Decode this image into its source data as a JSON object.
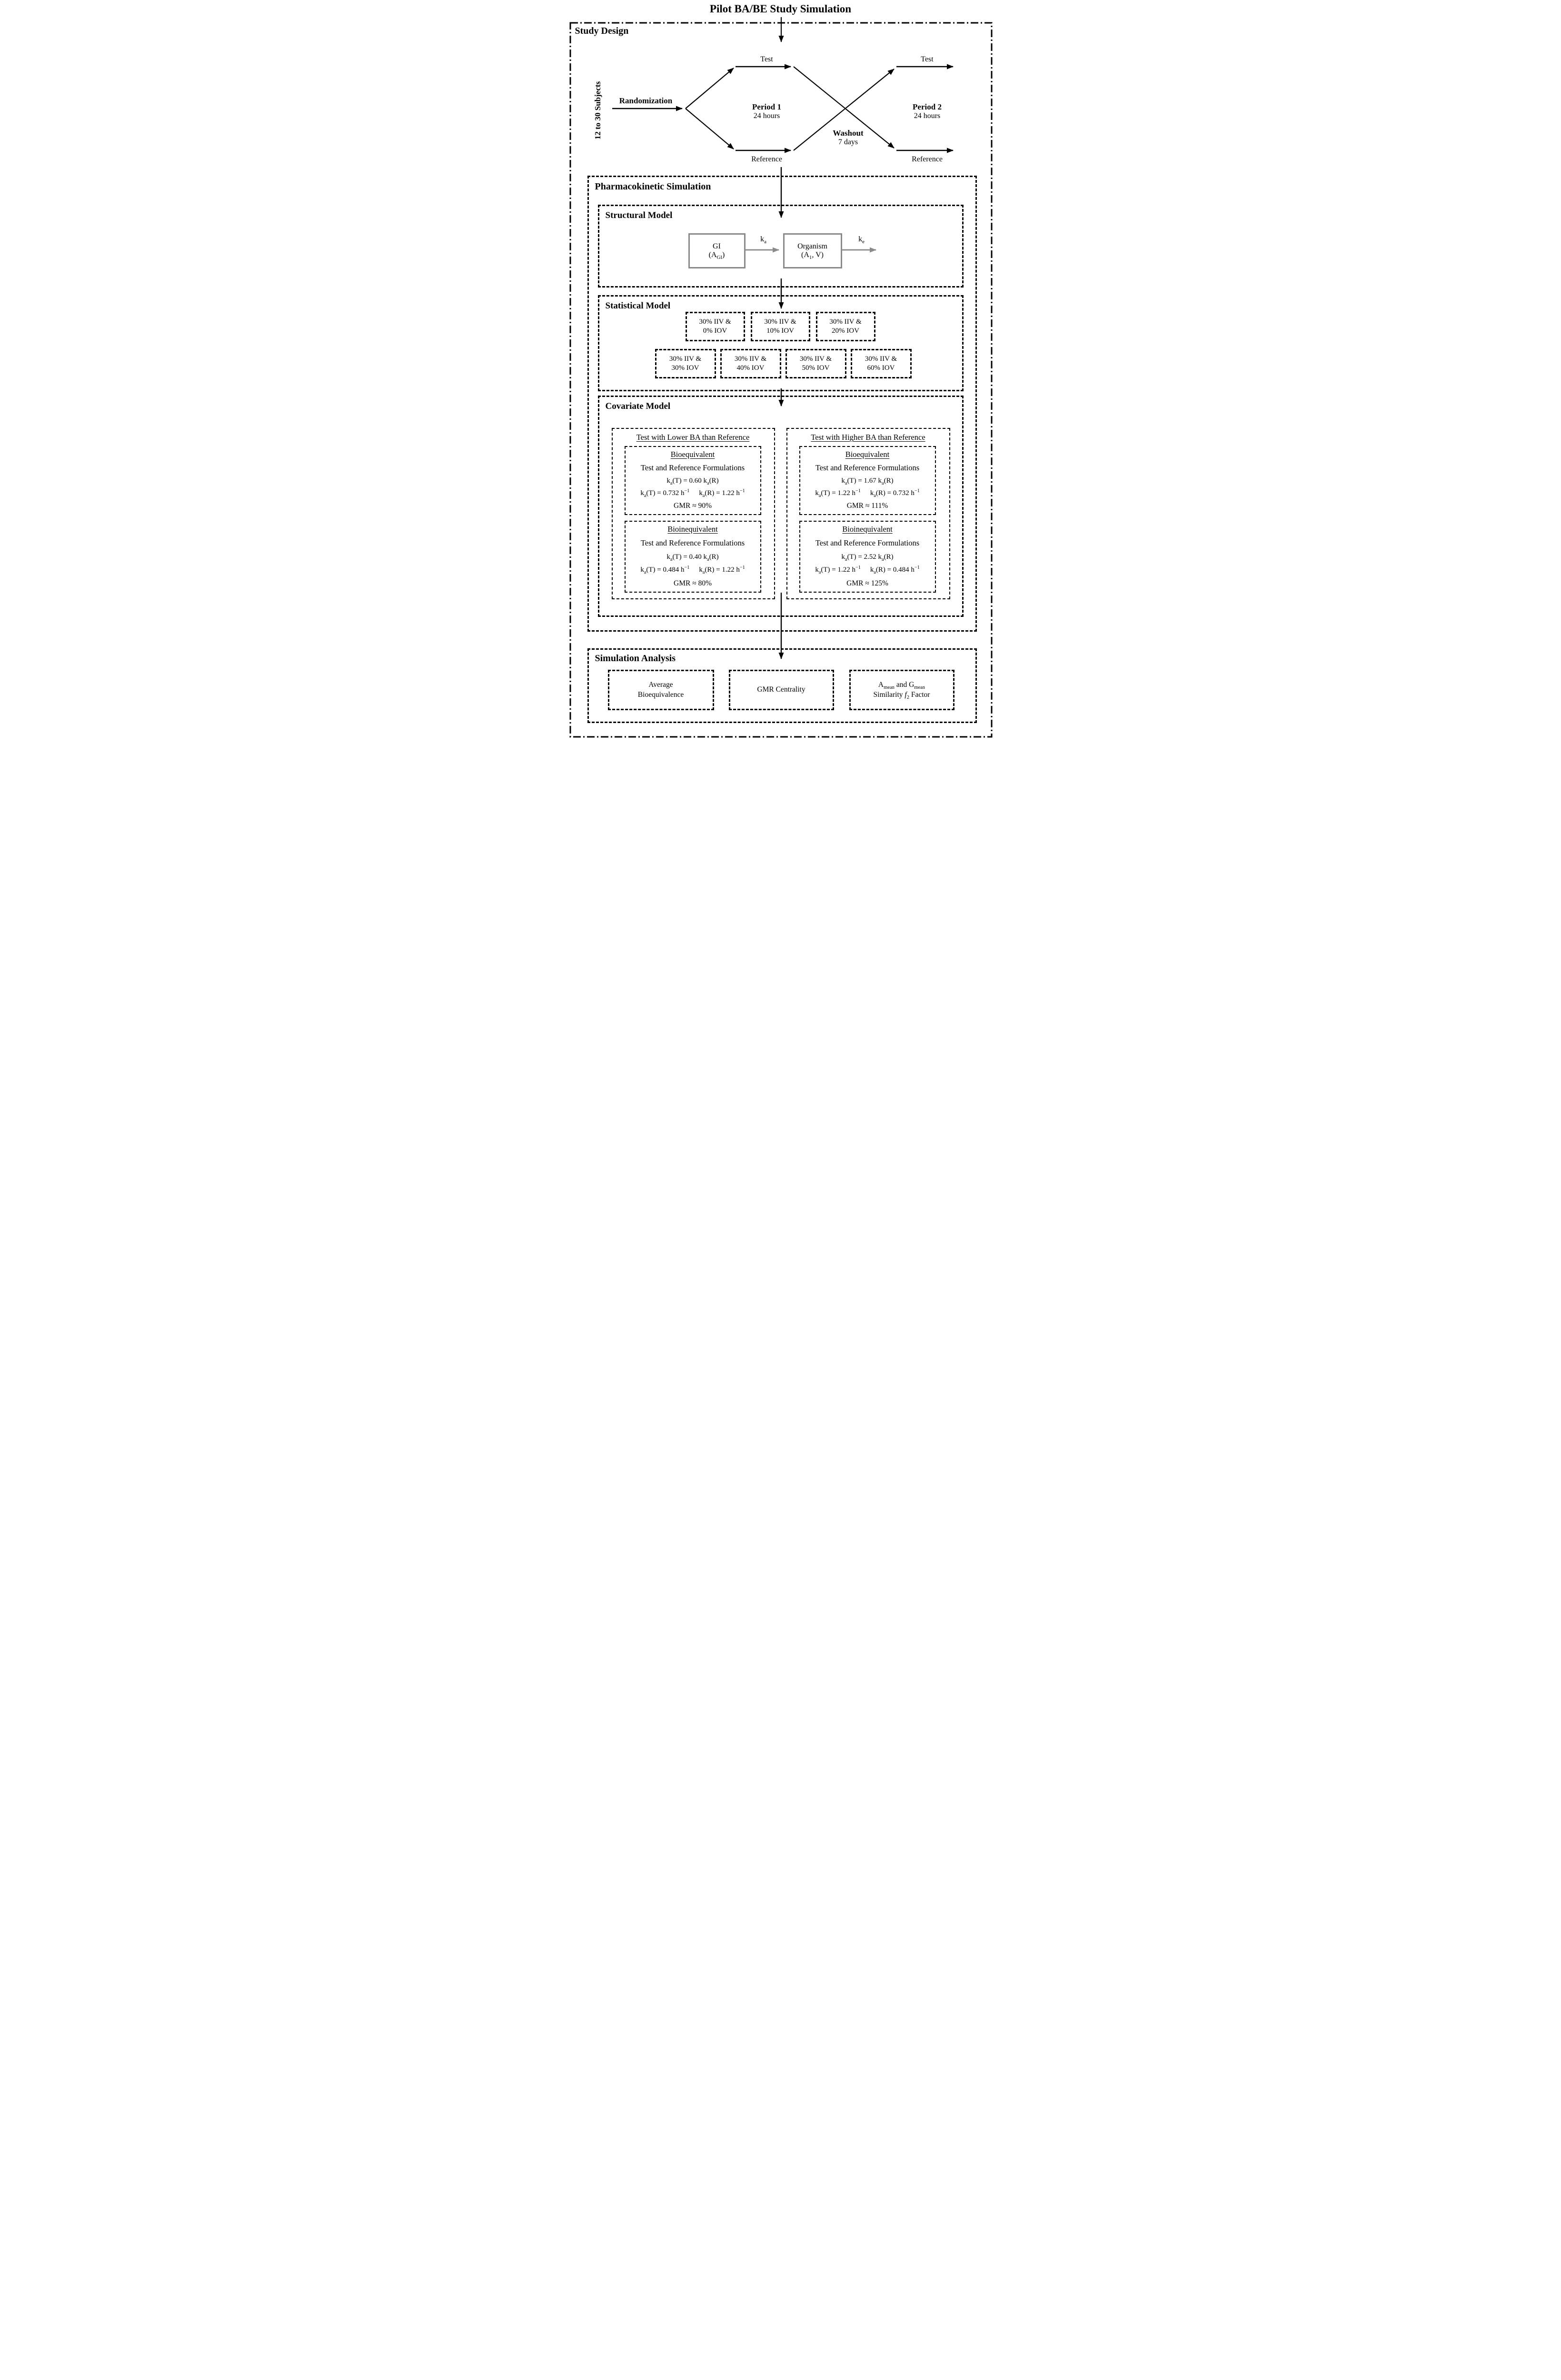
{
  "title": "Pilot BA/BE Study Simulation",
  "study_design": {
    "label": "Study Design",
    "subjects": "12 to 30 Subjects",
    "randomization": "Randomization",
    "period1": {
      "top": "Test",
      "bottom": "Reference",
      "name": "Period 1",
      "duration": "24 hours"
    },
    "washout": {
      "name": "Washout",
      "duration": "7 days"
    },
    "period2": {
      "top": "Test",
      "bottom": "Reference",
      "name": "Period 2",
      "duration": "24 hours"
    }
  },
  "pk": {
    "label": "Pharmacokinetic Simulation",
    "structural": {
      "label": "Structural Model",
      "gi_name": "GI",
      "gi_param": "(A_GI_)",
      "ka": "k_a_",
      "organism_name": "Organism",
      "organism_param": "(A_1_, V)",
      "ke": "k_e_"
    },
    "statistical": {
      "label": "Statistical Model",
      "row1": [
        {
          "line1": "30% IIV &",
          "line2": "0% IOV"
        },
        {
          "line1": "30% IIV &",
          "line2": "10% IOV"
        },
        {
          "line1": "30% IIV &",
          "line2": "20% IOV"
        }
      ],
      "row2": [
        {
          "line1": "30% IIV &",
          "line2": "30% IOV"
        },
        {
          "line1": "30% IIV &",
          "line2": "40% IOV"
        },
        {
          "line1": "30% IIV &",
          "line2": "50% IOV"
        },
        {
          "line1": "30% IIV &",
          "line2": "60% IOV"
        }
      ]
    },
    "covariate": {
      "label": "Covariate Model",
      "lower": {
        "header": "Test with Lower BA than Reference",
        "bioequivalent": {
          "title": "Bioequivalent",
          "subtitle": "Test and Reference Formulations",
          "eq_ratio": "k_a_(T) = 0.60 k_a_(R)",
          "eq_test": "k_a_(T) = 0.732 h^−1^",
          "eq_ref": "k_a_(R) = 1.22 h^−1^",
          "gmr": "GMR ≈ 90%"
        },
        "bioinequivalent": {
          "title": "Bioinequivalent",
          "subtitle": "Test and Reference Formulations",
          "eq_ratio": "k_a_(T) = 0.40 k_a_(R)",
          "eq_test": "k_a_(T) = 0.484 h^−1^",
          "eq_ref": "k_a_(R) = 1.22 h^−1^",
          "gmr": "GMR ≈ 80%"
        }
      },
      "higher": {
        "header": "Test with Higher BA than Reference",
        "bioequivalent": {
          "title": "Bioequivalent",
          "subtitle": "Test and Reference Formulations",
          "eq_ratio": "k_a_(T) = 1.67 k_a_(R)",
          "eq_test": "k_a_(T) = 1.22 h^−1^",
          "eq_ref": "k_a_(R) = 0.732 h^−1^",
          "gmr": "GMR ≈ 111%"
        },
        "bioinequivalent": {
          "title": "Bioinequivalent",
          "subtitle": "Test and Reference Formulations",
          "eq_ratio": "k_a_(T) = 2.52 k_a_(R)",
          "eq_test": "k_a_(T) = 1.22 h^−1^",
          "eq_ref": "k_a_(R) = 0.484 h^−1^",
          "gmr": "GMR ≈ 125%"
        }
      }
    }
  },
  "analysis": {
    "label": "Simulation Analysis",
    "boxes": [
      {
        "line1": "Average",
        "line2": "Bioequivalence"
      },
      {
        "line1": "GMR Centrality"
      },
      {
        "line1": "A_mean_ and G_mean_",
        "line2": "Similarity *f*_2_ Factor"
      }
    ]
  }
}
